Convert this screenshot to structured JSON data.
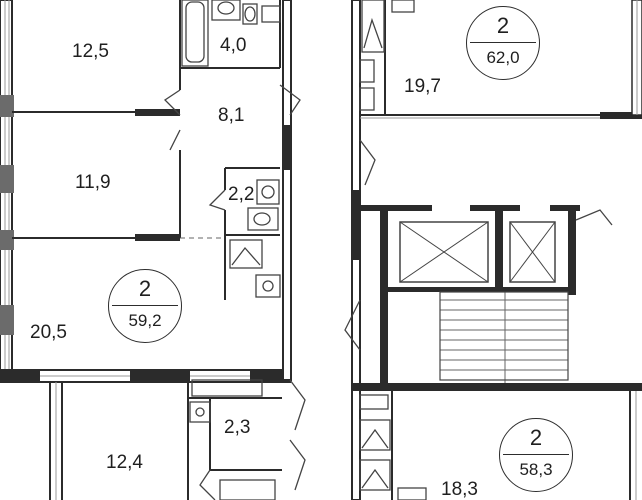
{
  "rooms": {
    "room_a": "12,5",
    "bath_a": "4,0",
    "hall_a": "8,1",
    "room_b": "11,9",
    "wc_a": "2,2",
    "room_c": "20,5",
    "wc_b": "2,3",
    "room_d": "12,4",
    "room_e": "19,7",
    "room_f": "18,3"
  },
  "apartments": {
    "top_right": {
      "rooms": "2",
      "area": "62,0"
    },
    "left": {
      "rooms": "2",
      "area": "59,2"
    },
    "bottom_right": {
      "rooms": "2",
      "area": "58,3"
    }
  },
  "colors": {
    "wall": "#2b2b2b",
    "partition": "#8a8a8a",
    "window": "#b9b9b9",
    "text": "#1f1f1f"
  }
}
